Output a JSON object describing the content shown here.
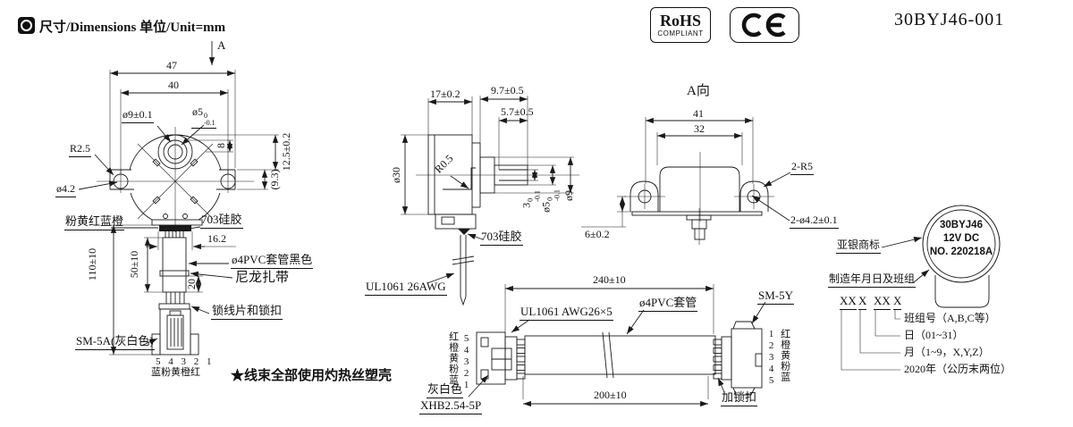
{
  "colors": {
    "ink": "#1a1a1a",
    "background": "#ffffff"
  },
  "header": {
    "title": "尺寸/Dimensions 单位/Unit=mm",
    "rohs_line1": "RoHS",
    "rohs_line2": "COMPLIANT",
    "ce_mark": "CE",
    "part_number": "30BYJ46-001"
  },
  "front_view": {
    "view_arrow_label": "A",
    "dim_width_outer": "47",
    "dim_width_inner": "40",
    "dim_boss_dia": "ø9±0.1",
    "dim_shaft_dia_base": "ø5",
    "dim_shaft_tol_upper": "0",
    "dim_shaft_tol_lower": "-0.1",
    "dim_top_height": "12.5±0.2",
    "dim_8": "8",
    "dim_9_3": "(9.3)",
    "label_r2_5": "R2.5",
    "label_hole_dia": "ø4.2",
    "label_wire_colors": "粉黄红蓝橙",
    "label_silicone": "703硅胶",
    "dim_16_2": "16.2",
    "dim_110": "110±10",
    "dim_50": "50±10",
    "dim_20": "20",
    "label_pvc_tube": "ø4PVC套管黑色",
    "label_nylon_tie": "尼龙扎带",
    "label_lock": "锁线片和锁扣",
    "label_connector": "SM-5A(灰白色)",
    "pin_numbers": "5 4 3 2 1",
    "pin_colors": "蓝粉黄橙红",
    "note": "★线束全部使用灼热丝塑壳"
  },
  "side_view": {
    "dim_17": "17±0.2",
    "dim_9_7": "9.7±0.5",
    "dim_5_7": "5.7±0.5",
    "dim_body_dia": "ø30",
    "label_r0_5": "R0.5",
    "dim_flat_base": "3",
    "dim_flat_tol_upper": "0",
    "dim_flat_tol_lower": "-0.1",
    "dim_shaft_base": "ø5",
    "dim_shaft_tol_upper": "0",
    "dim_shaft_tol_lower": "-0.1",
    "dim_boss": "ø9",
    "label_silicone": "703硅胶",
    "label_wire": "UL1061 26AWG"
  },
  "a_view": {
    "title": "A向",
    "dim_41": "41",
    "dim_32": "32",
    "label_2r5": "2-R5",
    "label_holes": "2-ø4.2±0.1",
    "dim_6": "6±0.2"
  },
  "cable": {
    "dim_240": "240±10",
    "dim_200": "200±10",
    "label_wire": "UL1061 AWG26×5",
    "label_tube": "ø4PVC套管",
    "label_sm5y": "SM-5Y",
    "label_lock": "加锁扣",
    "left_pins": "54321",
    "left_colors": "红橙黄粉蓝",
    "right_pins": "12345",
    "right_colors": "红橙黄粉蓝",
    "label_gray": "灰白色",
    "label_xhb": "XHB2.54-5P"
  },
  "label_detail": {
    "label_trademark": "亚银商标",
    "label_datecode": "制造年月日及班组",
    "circle_line1": "30BYJ46",
    "circle_line2": "12V DC",
    "circle_line3": "NO. 220218A",
    "code_groups": [
      "XX",
      "X",
      "XX",
      "X"
    ],
    "legend_team": "班组号（A,B,C等）",
    "legend_day": "日（01~31）",
    "legend_month": "月（1~9，X,Y,Z）",
    "legend_year": "2020年（公历末两位）"
  }
}
